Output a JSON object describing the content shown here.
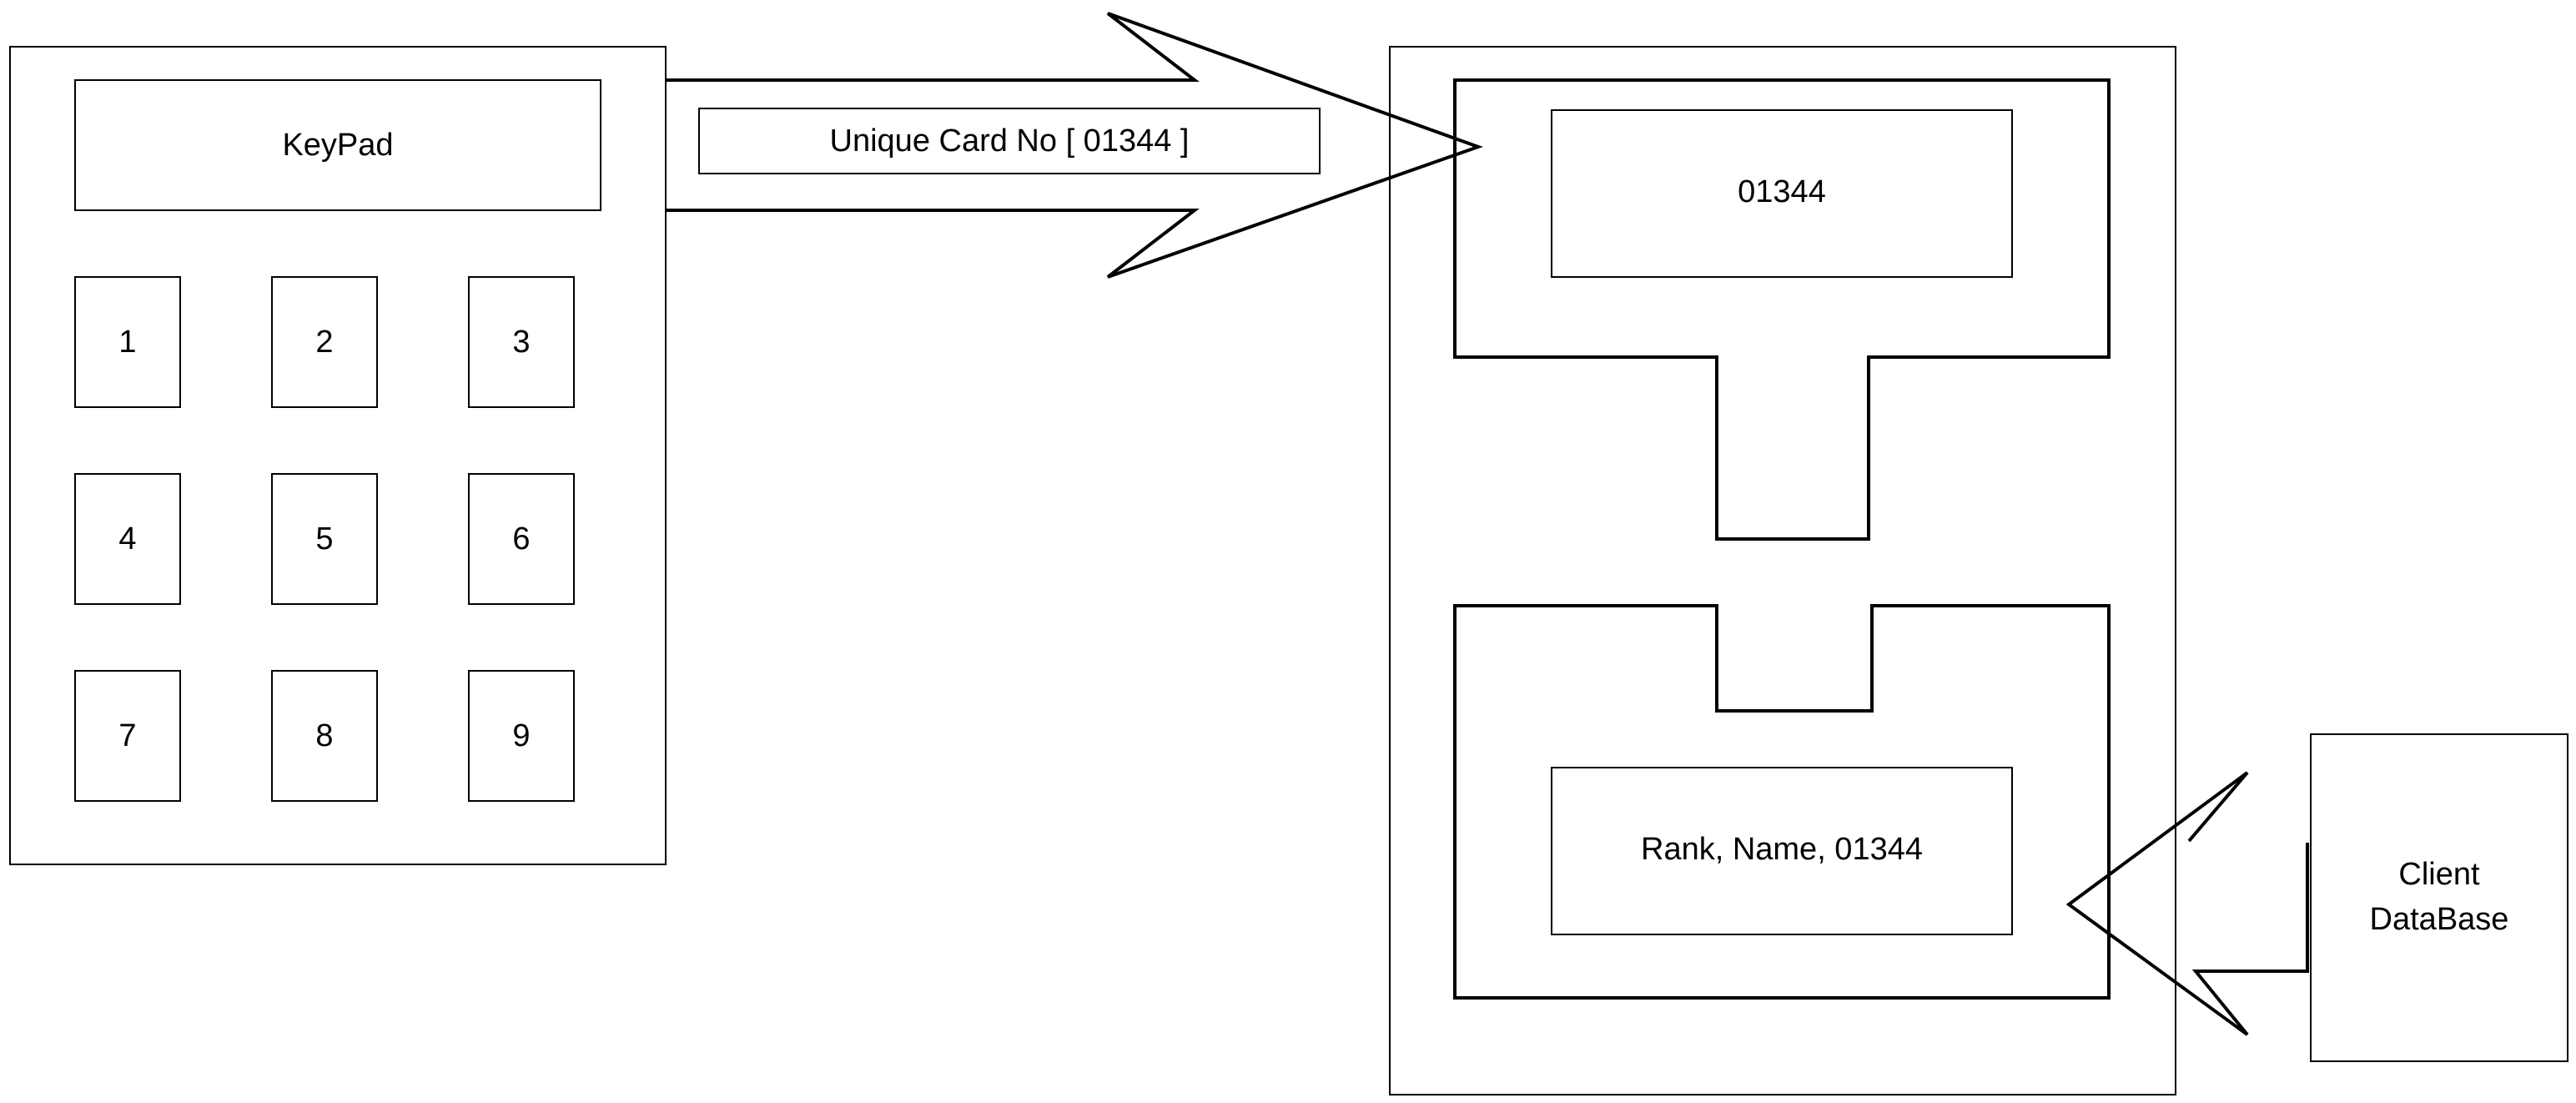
{
  "colors": {
    "background": "#ffffff",
    "stroke": "#000000",
    "text": "#000000"
  },
  "keypad": {
    "title": "KeyPad",
    "keys": [
      "1",
      "2",
      "3",
      "4",
      "5",
      "6",
      "7",
      "8",
      "9"
    ]
  },
  "transfer": {
    "label": "Unique Card No [ 01344 ]"
  },
  "system": {
    "input_value": "01344",
    "output_value": "Rank, Name, 01344"
  },
  "database": {
    "line1": "Client",
    "line2": "DataBase"
  }
}
